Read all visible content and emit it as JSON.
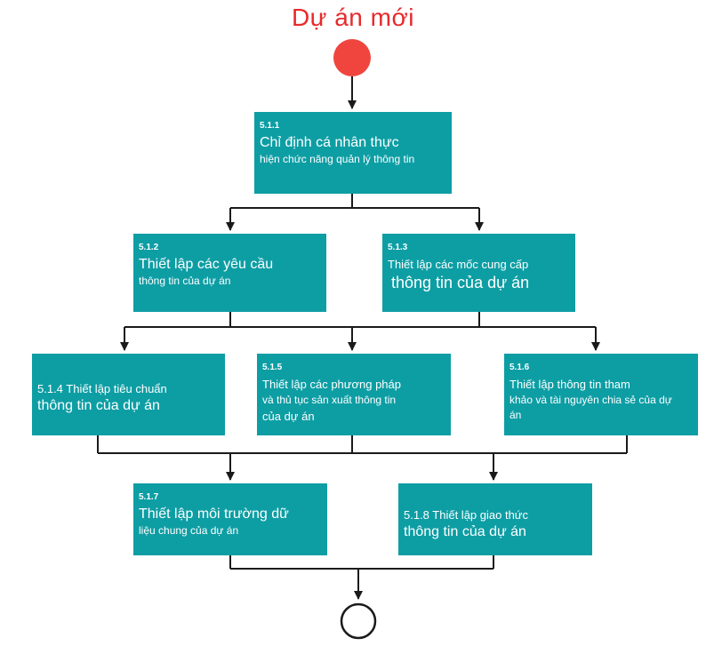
{
  "title": "Dự án mới",
  "colors": {
    "box": "#0d9ea4",
    "start": "#f0453f",
    "title": "#e8292b",
    "line": "#1a1a1a"
  },
  "boxes": [
    {
      "num": "5.1.1",
      "line1": "Chỉ định cá nhân thực",
      "line2": "hiện chức năng quản lý thông tin"
    },
    {
      "num": "5.1.2",
      "line1": "Thiết lập các yêu cầu",
      "line2": "thông tin của dự án"
    },
    {
      "num": "5.1.3",
      "line1": "Thiết lập các mốc cung cấp",
      "line2": "thông tin của dự án"
    },
    {
      "line1": "5.1.4 Thiết lập tiêu chuẩn",
      "line2": "thông tin của dự án"
    },
    {
      "num": "5.1.5",
      "line1": "Thiết lập các phương pháp",
      "line2": "và thủ tục sản xuất thông tin",
      "line3": "của dự án"
    },
    {
      "num": "5.1.6",
      "line1": "Thiết lập thông tin tham",
      "line2": "khảo và tài nguyên chia sẻ của dự",
      "line3": "án"
    },
    {
      "num": "5.1.7",
      "line1": "Thiết lập môi trường dữ",
      "line2": "liệu chung của dự án"
    },
    {
      "line1": "5.1.8 Thiết lập giao thức",
      "line2": "thông tin của dự án"
    }
  ]
}
